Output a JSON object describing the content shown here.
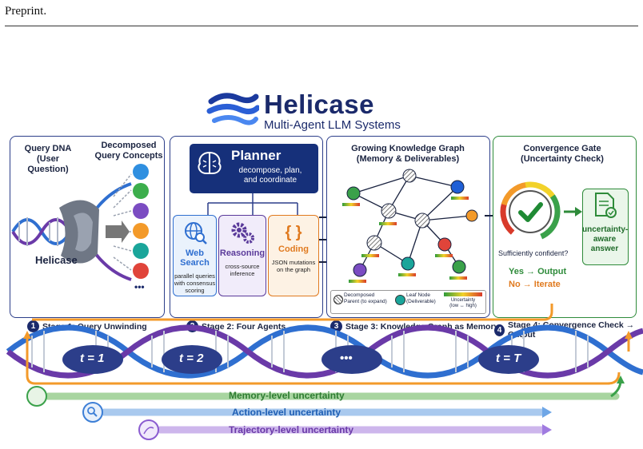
{
  "header": {
    "preprint": "Preprint."
  },
  "title": "Helicase",
  "subtitle": "Multi-Agent LLM Systems",
  "panel1": {
    "title_line1": "Query DNA",
    "title_line2": "(User Question)",
    "concepts_line1": "Decomposed",
    "concepts_line2": "Query Concepts",
    "enzyme_label": "Helicase",
    "more": "•••"
  },
  "panel2": {
    "planner_title": "Planner",
    "planner_desc1": "decompose, plan,",
    "planner_desc2": "and coordinate",
    "agents": [
      {
        "name": "Web Search",
        "desc1": "parallel queries",
        "desc2": "with consensus",
        "desc3": "scoring",
        "color": "#2f6fd0"
      },
      {
        "name": "Reasoning",
        "desc1": "cross-source",
        "desc2": "inference",
        "desc3": "",
        "color": "#5a3a9a"
      },
      {
        "name": "Coding",
        "desc1": "JSON mutations",
        "desc2": "on the graph",
        "desc3": "",
        "color": "#e07a1f"
      }
    ],
    "coding_glyph": "{ }"
  },
  "panel3": {
    "title_line1": "Growing Knowledge Graph",
    "title_line2": "(Memory & Deliverables)",
    "legend_parent1": "Decomposed",
    "legend_parent2": "Parent (to expand)",
    "legend_leaf1": "Leaf Node",
    "legend_leaf2": "(Deliverable)",
    "legend_unc1": "Uncertainty",
    "legend_unc2": "(low ↔ high)"
  },
  "panel4": {
    "title_line1": "Convergence Gate",
    "title_line2": "(Uncertainty Check)",
    "question": "Sufficiently confident?",
    "yes": "Yes → Output",
    "no": "No → Iterate",
    "answer1": "uncertainty-",
    "answer2": "aware",
    "answer3": "answer"
  },
  "stages": [
    {
      "num": "1",
      "label": "Stage 1: Query Unwinding"
    },
    {
      "num": "2",
      "label": "Stage 2: Four Agents"
    },
    {
      "num": "3",
      "label": "Stage 3: Knowledge Graph as Memory"
    },
    {
      "num": "4",
      "label": "Stage 4: Convergence Check → Output"
    }
  ],
  "timeline": {
    "t1": "t = 1",
    "t2": "t = 2",
    "dots": "•••",
    "tT": "t = T"
  },
  "uncertainty": [
    {
      "label": "Memory-level uncertainty",
      "color": "#2e7d32"
    },
    {
      "label": "Action-level uncertainty",
      "color": "#1f5fb4"
    },
    {
      "label": "Trajectory-level uncertainty",
      "color": "#6a3aa8"
    }
  ],
  "colors": {
    "navy": "#1b2a6b",
    "accent_orange": "#f39a2a",
    "green": "#2e8b3a"
  }
}
